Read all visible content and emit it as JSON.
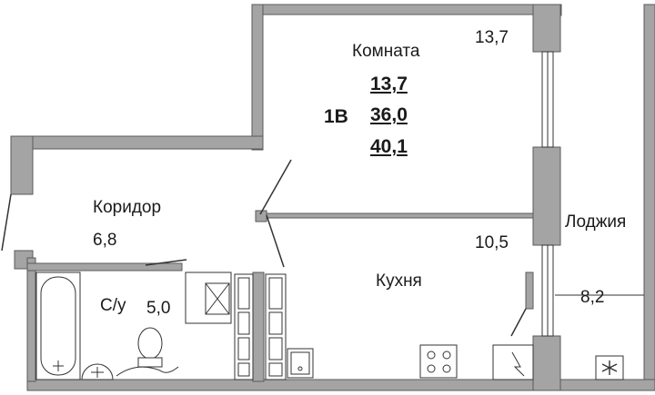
{
  "apartment": {
    "type": "1В",
    "room_area": "13,7",
    "living_area": "36,0",
    "total_area": "40,1"
  },
  "rooms": {
    "room": {
      "name": "Комната",
      "area": "13,7"
    },
    "corridor": {
      "name": "Коридор",
      "area": "6,8"
    },
    "kitchen": {
      "name": "Кухня",
      "area": "10,5"
    },
    "bathroom": {
      "name": "С/у",
      "area": "5,0"
    },
    "loggia": {
      "name": "Лоджия",
      "area": "8,2"
    }
  },
  "colors": {
    "wall": "#a4a4a4",
    "wall_edge": "#5a5a5a",
    "line": "#333333"
  },
  "icons": [
    "bathtub-icon",
    "sink-icon",
    "toilet-icon",
    "vent-shaft-icon",
    "stove-icon",
    "kitchen-sink-icon",
    "electrical-panel-icon",
    "snowflake-icon"
  ]
}
